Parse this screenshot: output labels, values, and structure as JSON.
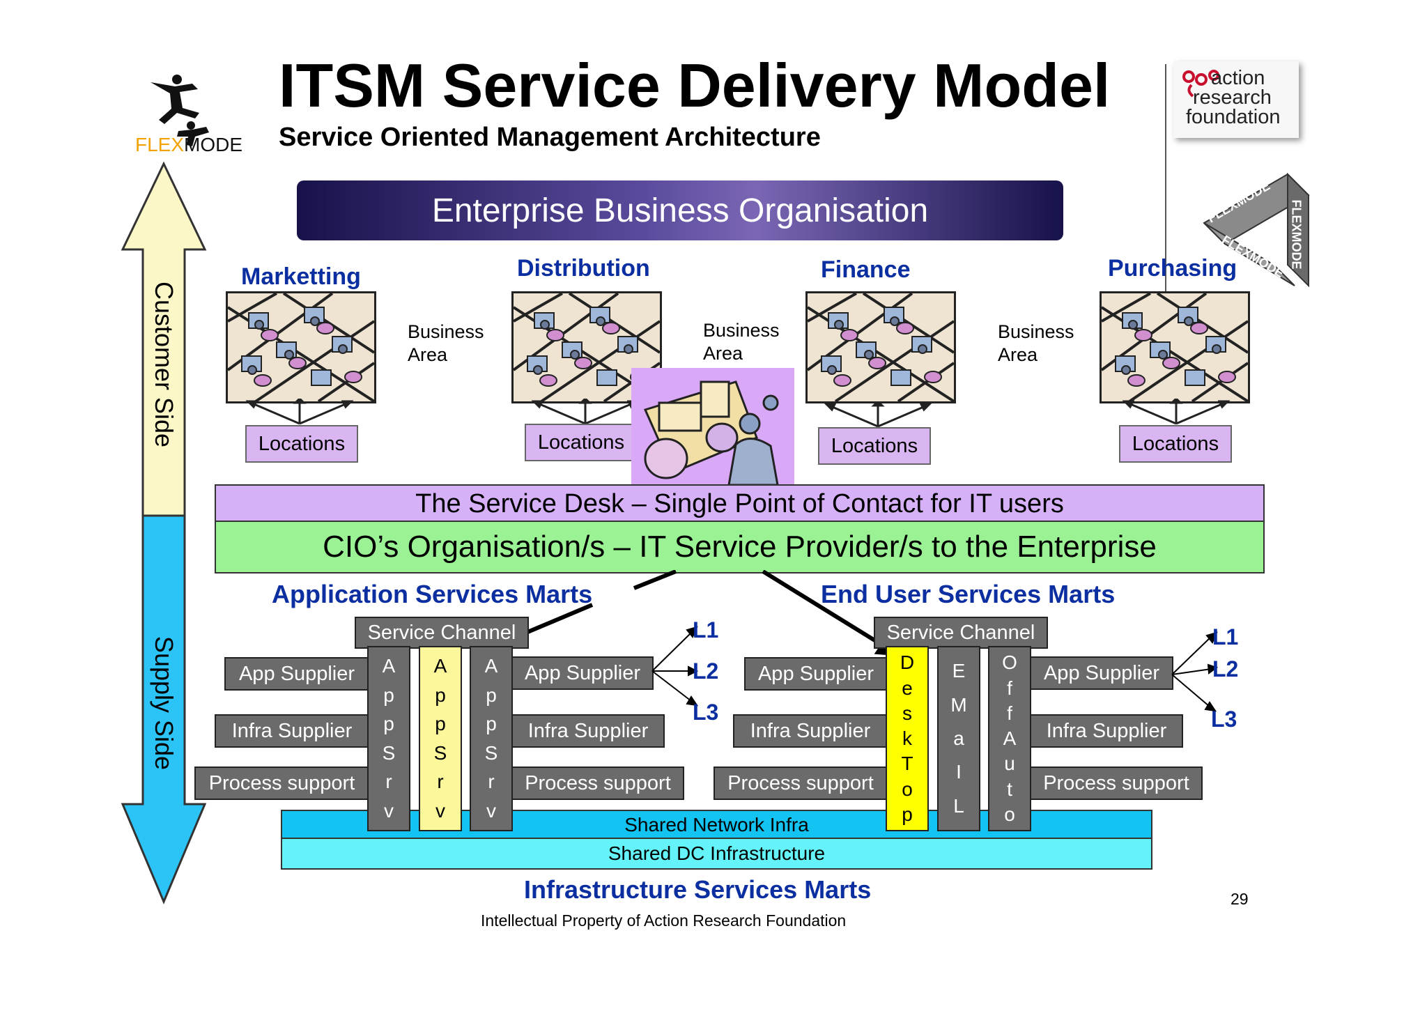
{
  "title": "ITSM Service Delivery Model",
  "subtitle": "Service Oriented Management Architecture",
  "logo_left": {
    "text_a": "FLEX",
    "text_b": "MODE"
  },
  "logo_right": {
    "lines": [
      "action",
      "research",
      "foundation"
    ],
    "badge_text": "FLEXMODE"
  },
  "banner": "Enterprise Business Organisation",
  "departments": [
    {
      "name": "Marketting",
      "location": "Locations"
    },
    {
      "name": "Distribution",
      "location": "Locations"
    },
    {
      "name": "Finance",
      "location": "Locations"
    },
    {
      "name": "Purchasing",
      "location": "Locations"
    }
  ],
  "business_area": {
    "line1": "Business",
    "line2": "Area"
  },
  "service_desk": "The Service Desk – Single Point of Contact for IT users",
  "cio": "CIO’s Organisation/s – IT Service Provider/s to the Enterprise",
  "side_labels": {
    "customer": "Customer Side",
    "supply": "Supply Side"
  },
  "app_marts": {
    "title": "Application Services Marts",
    "channel": "Service Channel",
    "left": [
      "App Supplier",
      "Infra Supplier",
      "Process support"
    ],
    "right": [
      "App Supplier",
      "Infra Supplier",
      "Process support"
    ],
    "columns": [
      "AppSrv",
      "AppSrv",
      "AppSrv"
    ],
    "levels": [
      "L1",
      "L2",
      "L3"
    ]
  },
  "eu_marts": {
    "title": "End User Services Marts",
    "channel": "Service Channel",
    "left": [
      "App Supplier",
      "Infra Supplier",
      "Process support"
    ],
    "right": [
      "App Supplier",
      "Infra Supplier",
      "Process support"
    ],
    "columns": [
      "DeskTop",
      "EMaIL",
      "OffAuto"
    ],
    "levels": [
      "L1",
      "L2",
      "L3"
    ]
  },
  "shared_network": "Shared Network Infra",
  "shared_dc": "Shared DC Infrastructure",
  "infra_marts": "Infrastructure Services Marts",
  "footer": "Intellectual Property of Action Research Foundation",
  "page_number": "29",
  "colors": {
    "dept_blue": "#0b2ea0",
    "service_desk": "#d7b1f8",
    "cio": "#9bf294",
    "network": "#13c3f2",
    "dc": "#63f3f9",
    "supplier_grey": "#6b6b6b",
    "desktop_yellow": "#ffff00",
    "appsrv_yellow": "#fbf79a"
  }
}
